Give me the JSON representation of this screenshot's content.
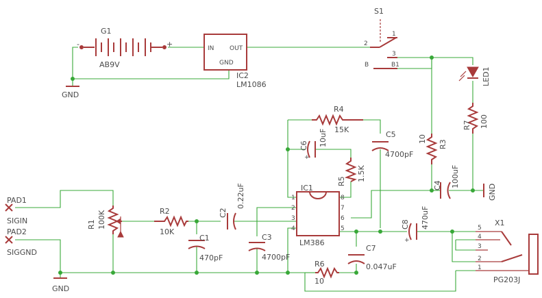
{
  "power": {
    "battery_name": "G1",
    "battery_value": "AB9V",
    "battery_minus": "-",
    "battery_plus": "+",
    "reg_name": "IC2",
    "reg_value": "LM1086",
    "reg_in": "IN",
    "reg_out": "OUT",
    "reg_gnd": "GND",
    "gnd_label": "GND"
  },
  "switch": {
    "name": "S1",
    "pin1": "1",
    "pin2": "2",
    "pin3": "3",
    "pin_b": "B",
    "pin_b1": "B1"
  },
  "led": {
    "name": "LED1"
  },
  "resistors": {
    "r1_name": "R1",
    "r1_value": "100K",
    "r2_name": "R2",
    "r2_value": "10K",
    "r3_name": "R3",
    "r3_value": "10",
    "r4_name": "R4",
    "r4_value": "15K",
    "r5_name": "R5",
    "r5_value": "1.5K",
    "r6_name": "R6",
    "r6_value": "10",
    "r7_name": "R7",
    "r7_value": "100"
  },
  "capacitors": {
    "c1_name": "C1",
    "c1_value": "470pF",
    "c2_name": "C2",
    "c2_value": "0.22uF",
    "c3_name": "C3",
    "c3_value": "4700pF",
    "c4_name": "C4",
    "c4_value": "100uF",
    "c5_name": "C5",
    "c5_value": "4700pF",
    "c6_name": "C6",
    "c6_value": "10uF",
    "c7_name": "C7",
    "c7_value": "0.047uF",
    "c8_name": "C8",
    "c8_value": "470uF"
  },
  "amp": {
    "name": "IC1",
    "value": "LM386",
    "pins": [
      "1",
      "2",
      "3",
      "4",
      "5",
      "6",
      "7",
      "8"
    ]
  },
  "pads": {
    "pad1": "PAD1",
    "pad1_signal": "SIGIN",
    "pad2": "PAD2",
    "pad2_signal": "SIGGND"
  },
  "grounds": {
    "gnd_bottom": "GND",
    "gnd_right": "GND"
  },
  "jack": {
    "name": "X1",
    "value": "PG203J",
    "pins": [
      "5",
      "4",
      "3",
      "2",
      "1"
    ]
  }
}
